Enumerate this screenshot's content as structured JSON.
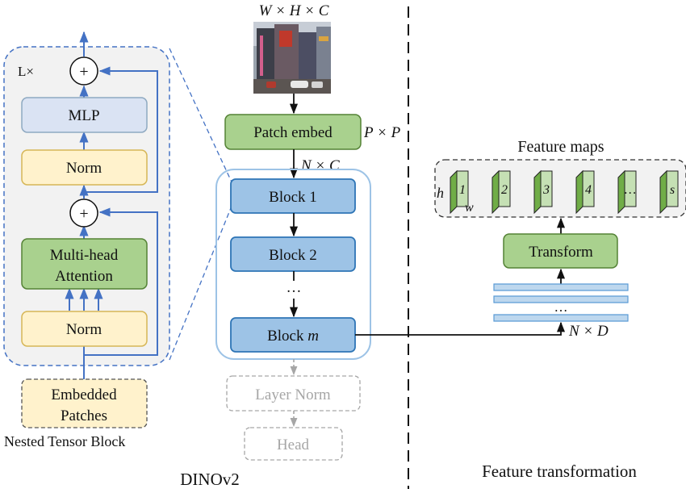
{
  "left_panel": {
    "repeat_label": "L×",
    "mlp_label": "MLP",
    "norm_top_label": "Norm",
    "plus_symbol": "+",
    "attention_line1": "Multi-head",
    "attention_line2": "Attention",
    "norm_bottom_label": "Norm",
    "embedded_line1": "Embedded",
    "embedded_line2": "Patches",
    "caption": "Nested Tensor Block"
  },
  "center": {
    "input_dims": "W × H × C",
    "patch_embed_label": "Patch embed",
    "patch_size_label": "P × P",
    "tokens_label": "N × C",
    "block1_label": "Block 1",
    "block2_label": "Block 2",
    "ellipsis": "…",
    "blockm_prefix": "Block ",
    "blockm_var": "m",
    "layer_norm_label": "Layer Norm",
    "head_label": "Head",
    "caption": "DINOv2"
  },
  "right": {
    "feature_maps_title": "Feature maps",
    "map_h": "h",
    "map_w": "w",
    "maps": [
      "1",
      "2",
      "3",
      "4",
      "…",
      "s"
    ],
    "transform_label": "Transform",
    "stack_ellipsis": "…",
    "dims_label": "N × D",
    "caption": "Feature transformation"
  },
  "colors": {
    "green_fill": "#a9d18e",
    "green_stroke": "#548235",
    "yellow_fill": "#fff2cc",
    "yellow_stroke": "#d6b656",
    "light_blue_fill": "#dae3f3",
    "block_fill": "#9dc3e6",
    "block_stroke": "#2e75b6",
    "arrow_blue": "#4472c4",
    "grey": "#a6a6a6"
  }
}
